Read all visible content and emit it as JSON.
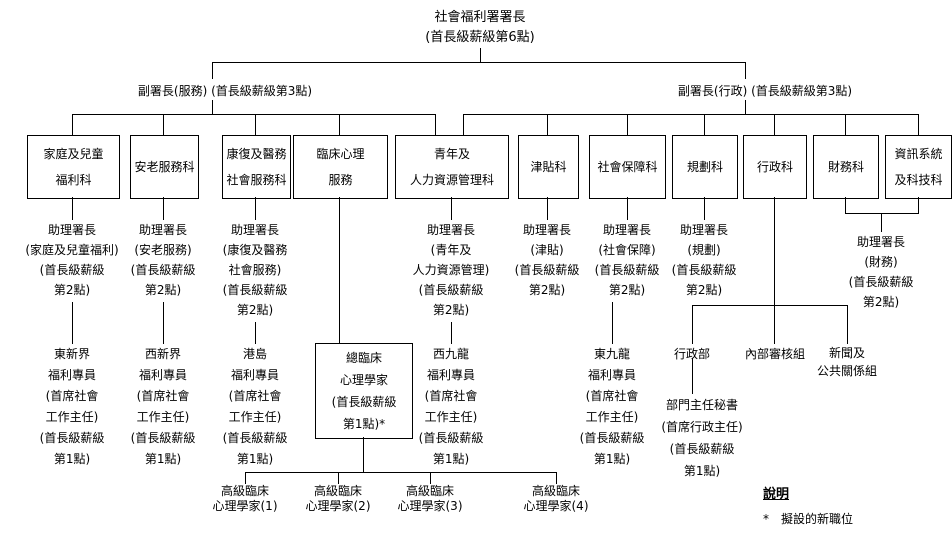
{
  "chart": {
    "director": "社會福利署署長\n(首長級薪級第6點)",
    "deputy_services": "副署長(服務) (首長級薪級第3點)",
    "deputy_admin": "副署長(行政) (首長級薪級第3點)",
    "branches": {
      "family": "家庭及兒童\n福利科",
      "elderly": "安老服務科",
      "rehab": "康復及醫務\n社會服務科",
      "clinical": "臨床心理\n服務",
      "youth": "青年及\n人力資源管理科",
      "subventions": "津貼科",
      "social_security": "社會保障科",
      "planning": "規劃科",
      "administration": "行政科",
      "finance": "財務科",
      "it": "資訊系統\n及科技科"
    },
    "assistant_directors": {
      "family": "助理署長\n(家庭及兒童福利)\n(首長級薪級\n第2點)",
      "elderly": "助理署長\n(安老服務)\n(首長級薪級\n第2點)",
      "rehab": "助理署長\n(康復及醫務\n社會服務)\n(首長級薪級\n第2點)",
      "youth": "助理署長\n(青年及\n人力資源管理)\n(首長級薪級\n第2點)",
      "subventions": "助理署長\n(津貼)\n(首長級薪級\n第2點)",
      "social_security": "助理署長\n(社會保障)\n(首長級薪級\n第2點)",
      "planning": "助理署長\n(規劃)\n(首長級薪級\n第2點)",
      "finance": "助理署長\n(財務)\n(首長級薪級\n第2點)"
    },
    "welfare_officers": {
      "east_nt": "東新界\n福利專員\n(首席社會\n工作主任)\n(首長級薪級\n第1點)",
      "west_nt": "西新界\n福利專員\n(首席社會\n工作主任)\n(首長級薪級\n第1點)",
      "hk_island": "港島\n福利專員\n(首席社會\n工作主任)\n(首長級薪級\n第1點)",
      "west_kowloon": "西九龍\n福利專員\n(首席社會\n工作主任)\n(首長級薪級\n第1點)",
      "east_kowloon": "東九龍\n福利專員\n(首席社會\n工作主任)\n(首長級薪級\n第1點)"
    },
    "chief_clinical_psychologist": "總臨床\n心理學家\n(首長級薪級\n第1點)*",
    "admin_units": {
      "admin_division": "行政部",
      "internal_audit": "內部審核組",
      "press": "新聞及\n公共關係組"
    },
    "dept_secretary": "部門主任秘書\n(首席行政主任)\n(首長級薪級\n第1點)",
    "senior_psychologists": [
      "高級臨床\n心理學家(1)",
      "高級臨床\n心理學家(2)",
      "高級臨床\n心理學家(3)",
      "高級臨床\n心理學家(4)"
    ],
    "legend": {
      "heading": "說明",
      "marker": "*",
      "note": "擬設的新職位"
    }
  }
}
